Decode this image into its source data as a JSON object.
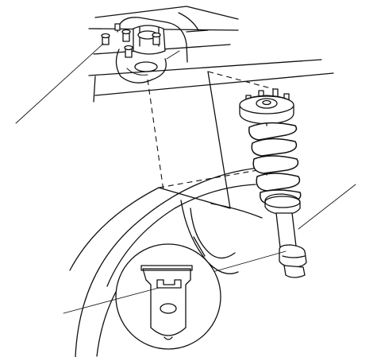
{
  "figure": {
    "parts": [
      "strut-tower-body",
      "mounting-nut",
      "front-strut-assembly",
      "coil-spring",
      "strut-shock-absorber",
      "lower-bracket",
      "wheel-well-arch",
      "detail-magnifier"
    ],
    "callouts": [
      "mount-nuts",
      "strut-body",
      "bracket-slot"
    ],
    "colors": {
      "line": "#111111",
      "background": "#ffffff"
    }
  }
}
